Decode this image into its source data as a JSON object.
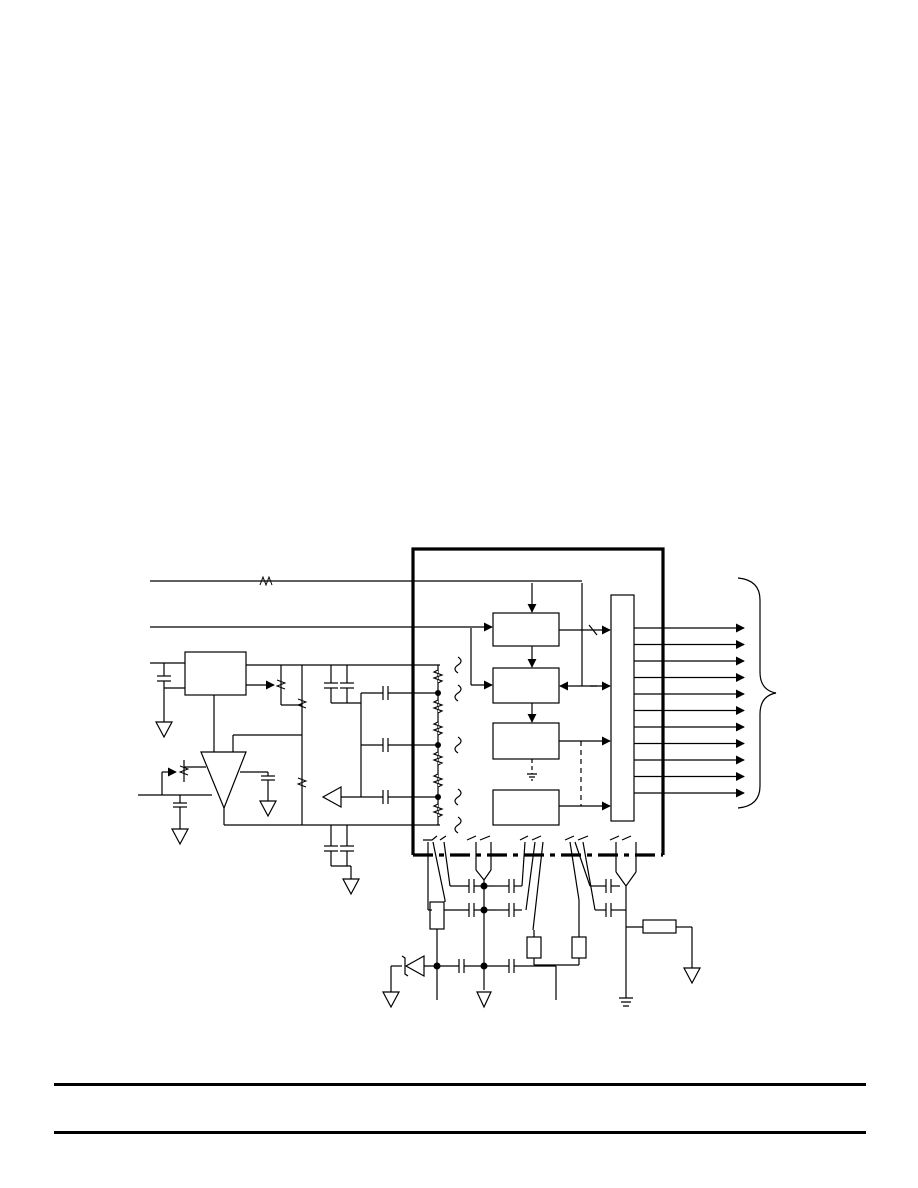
{
  "document": {
    "figure": {
      "kind": "block-schematic",
      "colors": {
        "stroke": "#000000",
        "background": "#ffffff"
      },
      "components": {
        "functional_blocks": 5,
        "output_register": 1,
        "output_lines": 11,
        "amplifiers": 2
      }
    },
    "footer": {}
  }
}
